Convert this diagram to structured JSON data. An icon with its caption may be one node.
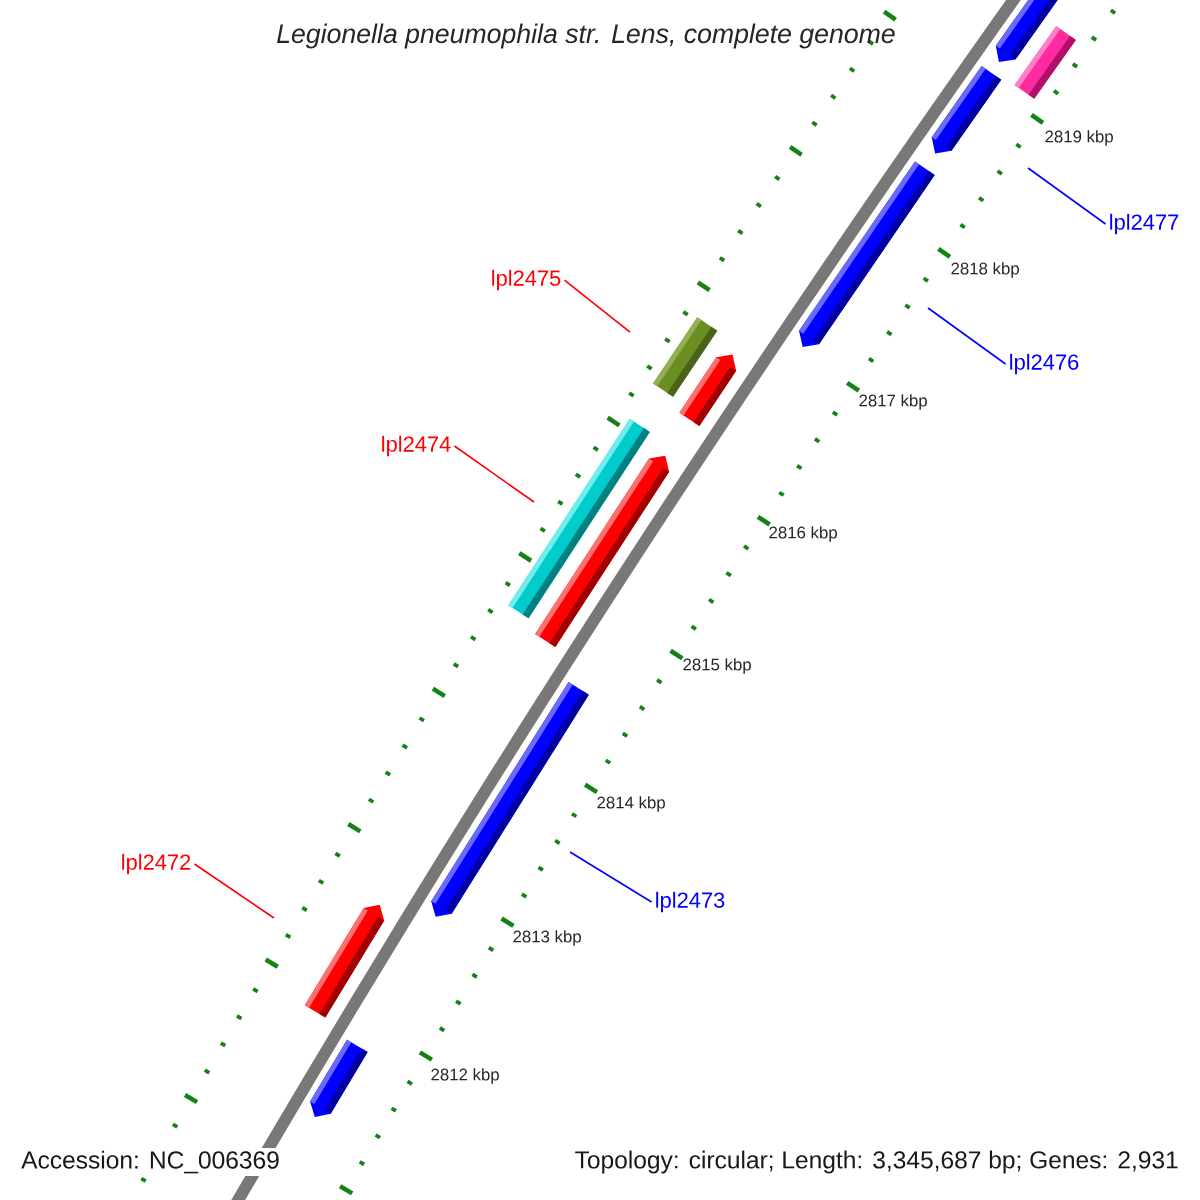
{
  "diagram": {
    "title": "Legionella pneumophila str. Lens, complete genome",
    "nodes": [
      {
        "text": [
          "lpl2477"
        ]
      },
      {
        "text": [
          "lpl2475"
        ]
      },
      {
        "text": [
          "lpl2476"
        ]
      },
      {
        "text": [
          "lpl2474"
        ]
      },
      {
        "text": [
          "lpl2472"
        ]
      },
      {
        "text": [
          "lpl2473"
        ]
      }
    ],
    "edges": [
      {
        "from": 0,
        "to": null,
        "arrow": "none",
        "color": "#0000ff"
      },
      {
        "from": 1,
        "to": null,
        "arrow": "none",
        "color": "#ff0000"
      },
      {
        "from": 2,
        "to": null,
        "arrow": "none",
        "color": "#0000ff"
      },
      {
        "from": 3,
        "to": null,
        "arrow": "none",
        "color": "#ff0000"
      },
      {
        "from": 4,
        "to": null,
        "arrow": "none",
        "color": "#ff0000"
      },
      {
        "from": 5,
        "to": null,
        "arrow": "none",
        "color": "#0000ff"
      }
    ],
    "labels": [
      "2819 kbp",
      "2818 kbp",
      "2817 kbp",
      "2816 kbp",
      "2815 kbp",
      "2814 kbp",
      "2813 kbp",
      "2812 kbp",
      "Accession: NC_006369",
      "Topology: circular; Length: 3,345,687 bp; Genes: 2,931"
    ]
  }
}
